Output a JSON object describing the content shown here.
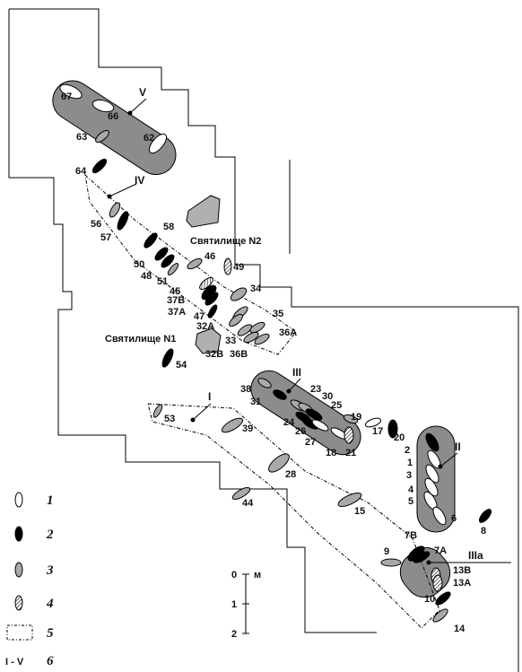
{
  "sanctuaries": [
    "Святилище N2",
    "Святилище N1"
  ],
  "groups": [
    {
      "id": "I",
      "label": "I"
    },
    {
      "id": "II",
      "label": "II"
    },
    {
      "id": "III",
      "label": "III"
    },
    {
      "id": "IIIa",
      "label": "IIIa"
    },
    {
      "id": "IV",
      "label": "IV"
    },
    {
      "id": "V",
      "label": "V"
    }
  ],
  "burials": [
    {
      "id": "67",
      "label": "67",
      "type": 1
    },
    {
      "id": "66",
      "label": "66",
      "type": 1
    },
    {
      "id": "62",
      "label": "62",
      "type": 1
    },
    {
      "id": "63",
      "label": "63",
      "type": 3
    },
    {
      "id": "64",
      "label": "64",
      "type": 2
    },
    {
      "id": "56",
      "label": "56",
      "type": 3
    },
    {
      "id": "57",
      "label": "57",
      "type": 2
    },
    {
      "id": "58",
      "label": "58",
      "type": 2
    },
    {
      "id": "50",
      "label": "50",
      "type": 2
    },
    {
      "id": "48",
      "label": "48",
      "type": 2
    },
    {
      "id": "51",
      "label": "51",
      "type": 3
    },
    {
      "id": "46",
      "label": "46",
      "type": 3
    },
    {
      "id": "49",
      "label": "49",
      "type": 4
    },
    {
      "id": "45",
      "label": "45",
      "type": 4
    },
    {
      "id": "37B",
      "label": "37B",
      "type": 2
    },
    {
      "id": "37A",
      "label": "37A",
      "type": 2
    },
    {
      "id": "47",
      "label": "47",
      "type": 2
    },
    {
      "id": "34",
      "label": "34",
      "type": 3
    },
    {
      "id": "32A",
      "label": "32A",
      "type": 3
    },
    {
      "id": "32B",
      "label": "32B",
      "type": 3
    },
    {
      "id": "33",
      "label": "33",
      "type": 3
    },
    {
      "id": "35",
      "label": "35",
      "type": 3
    },
    {
      "id": "36A",
      "label": "36A",
      "type": 3
    },
    {
      "id": "36B",
      "label": "36B",
      "type": 3
    },
    {
      "id": "54",
      "label": "54",
      "type": 2
    },
    {
      "id": "38",
      "label": "38",
      "type": 3
    },
    {
      "id": "31",
      "label": "31",
      "type": 2
    },
    {
      "id": "23",
      "label": "23",
      "type": 3
    },
    {
      "id": "30",
      "label": "30",
      "type": 3
    },
    {
      "id": "25",
      "label": "25",
      "type": 2
    },
    {
      "id": "24",
      "label": "24",
      "type": 2
    },
    {
      "id": "26",
      "label": "26",
      "type": 2
    },
    {
      "id": "27",
      "label": "27",
      "type": 1
    },
    {
      "id": "18",
      "label": "18",
      "type": 1
    },
    {
      "id": "21",
      "label": "21",
      "type": 4
    },
    {
      "id": "19",
      "label": "19",
      "type": 3
    },
    {
      "id": "17",
      "label": "17",
      "type": 1
    },
    {
      "id": "20",
      "label": "20",
      "type": 2
    },
    {
      "id": "53",
      "label": "53",
      "type": 3
    },
    {
      "id": "39",
      "label": "39",
      "type": 3
    },
    {
      "id": "28",
      "label": "28",
      "type": 3
    },
    {
      "id": "44",
      "label": "44",
      "type": 3
    },
    {
      "id": "15",
      "label": "15",
      "type": 3
    },
    {
      "id": "2",
      "label": "2",
      "type": 2
    },
    {
      "id": "1",
      "label": "1",
      "type": 1
    },
    {
      "id": "3",
      "label": "3",
      "type": 1
    },
    {
      "id": "4",
      "label": "4",
      "type": 1
    },
    {
      "id": "5",
      "label": "5",
      "type": 1
    },
    {
      "id": "6",
      "label": "6",
      "type": 1
    },
    {
      "id": "8",
      "label": "8",
      "type": 2
    },
    {
      "id": "9",
      "label": "9",
      "type": 3
    },
    {
      "id": "7B",
      "label": "7B",
      "type": 2
    },
    {
      "id": "7A",
      "label": "7A",
      "type": 2
    },
    {
      "id": "13B",
      "label": "13B",
      "type": 4
    },
    {
      "id": "13A",
      "label": "13A",
      "type": 4
    },
    {
      "id": "10",
      "label": "10",
      "type": 2
    },
    {
      "id": "14",
      "label": "14",
      "type": 3
    }
  ],
  "scale": {
    "unit": "м",
    "ticks": [
      "0",
      "1",
      "2"
    ]
  },
  "legend": [
    {
      "key": "1",
      "symbol": "open-oval"
    },
    {
      "key": "2",
      "symbol": "black-oval"
    },
    {
      "key": "3",
      "symbol": "grey-oval"
    },
    {
      "key": "4",
      "symbol": "hatched-oval"
    },
    {
      "key": "5",
      "symbol": "dashed-outline"
    },
    {
      "key": "6",
      "symbol": "group-marker",
      "prefix": "I - V"
    }
  ],
  "colors": {
    "grey_fill": "#a9a9a9",
    "group_shade": "#8c8c8c",
    "ink": "#000000"
  }
}
